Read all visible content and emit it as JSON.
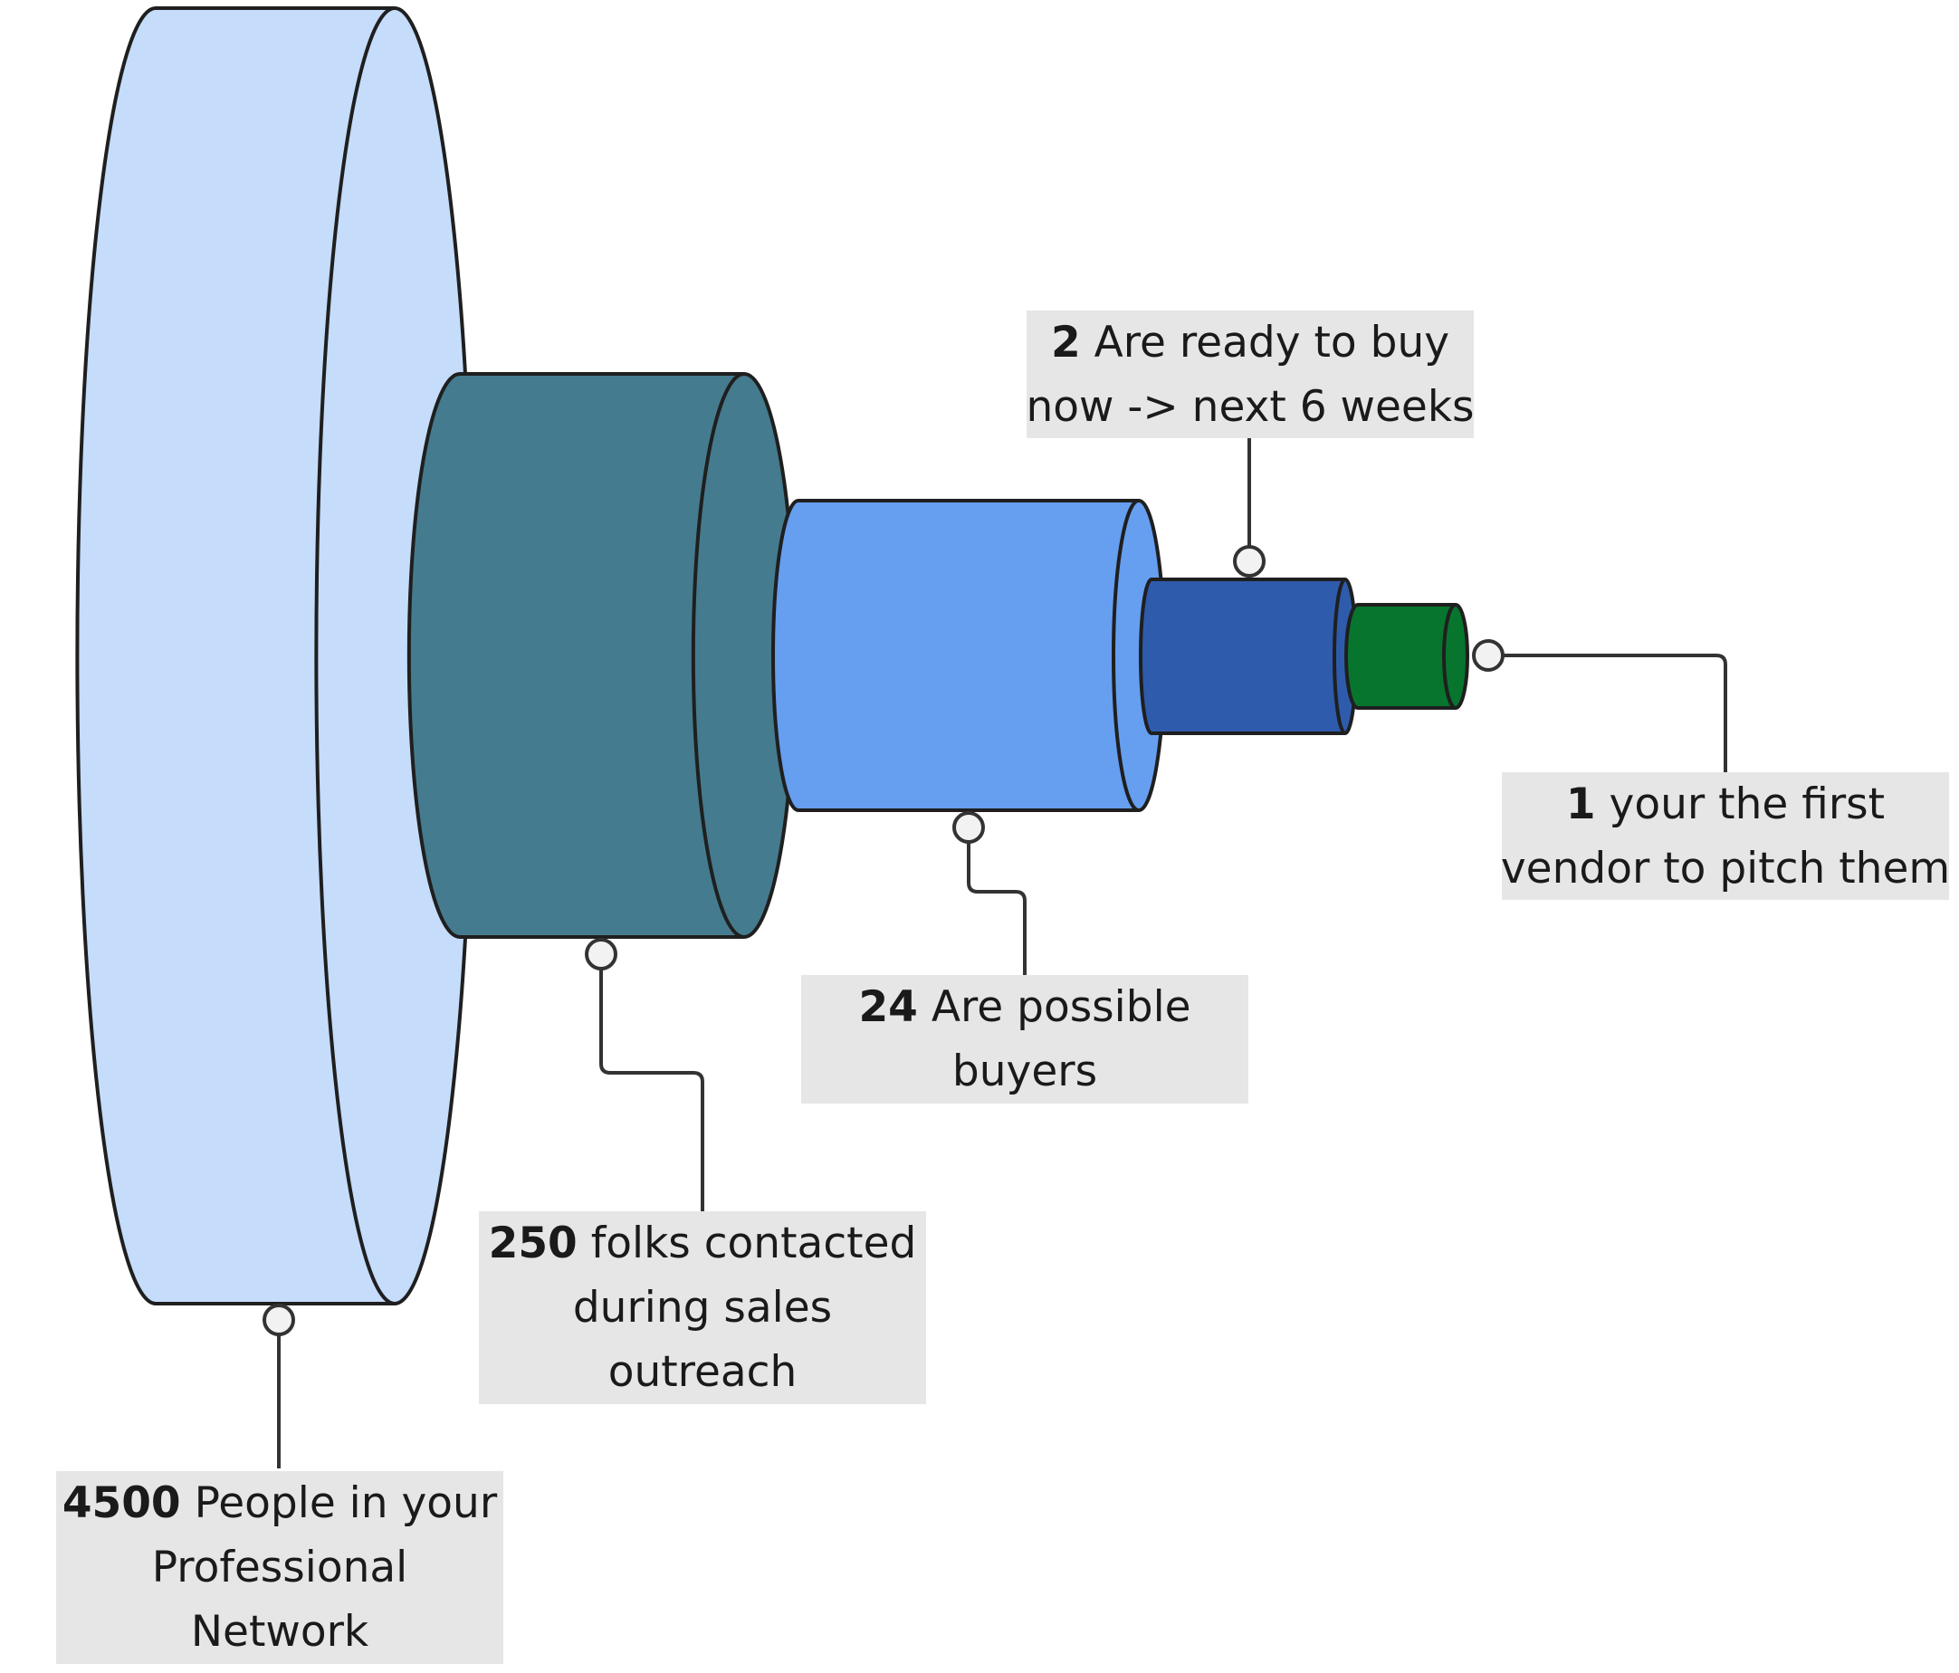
{
  "stages": [
    {
      "value": "4500",
      "text_line1": "People in your",
      "text_line2": "Professional",
      "text_line3": "Network",
      "color": "#c5dcfb"
    },
    {
      "value": "250",
      "text_line1": "folks contacted",
      "text_line2": "during sales",
      "text_line3": "outreach",
      "color": "#457b8e"
    },
    {
      "value": "24",
      "text_line1": "Are possible",
      "text_line2": "buyers",
      "color": "#669ef0"
    },
    {
      "value": "2",
      "text_line1": "Are ready to buy",
      "text_line2": "now -> next 6 weeks",
      "color": "#2f5bac"
    },
    {
      "value": "1",
      "text_line1": "your the first",
      "text_line2": "vendor to pitch them",
      "color": "#07752e"
    }
  ],
  "colors": {
    "outline": "#1f1f1f",
    "label_background": "#e6e6e6",
    "connector": "#333333",
    "connector_dot": "#f2f2f2"
  }
}
